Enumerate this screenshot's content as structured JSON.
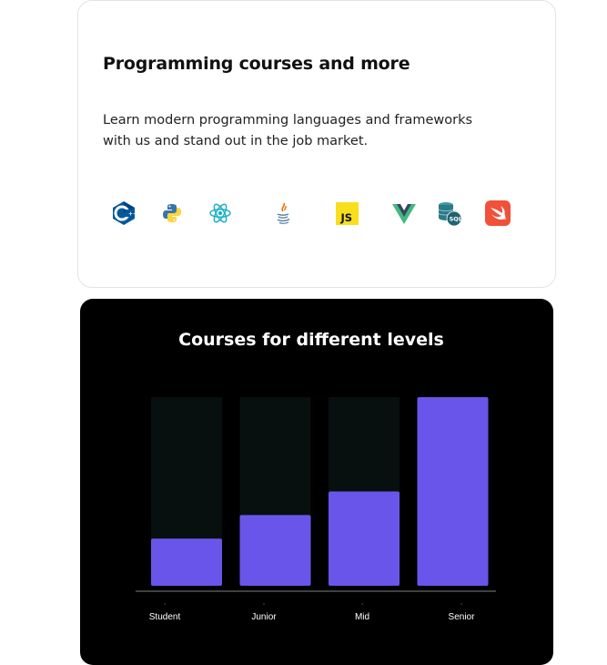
{
  "courses_card": {
    "title": "Programming courses and more",
    "description": "Learn modern programming languages and frameworks with us and stand out in the job market.",
    "icons": [
      {
        "name": "c++",
        "label": "C++"
      },
      {
        "name": "python",
        "label": "Python"
      },
      {
        "name": "react",
        "label": "React"
      },
      {
        "name": "java",
        "label": "Java"
      },
      {
        "name": "javascript",
        "label": "JS"
      },
      {
        "name": "vue",
        "label": "Vue"
      },
      {
        "name": "sql",
        "label": "SQL"
      },
      {
        "name": "swift",
        "label": "Swift"
      }
    ]
  },
  "chart_data": {
    "type": "bar",
    "title": "Courses for different levels",
    "categories": [
      "Student",
      "Junior",
      "Mid",
      "Senior"
    ],
    "values": [
      25,
      37.5,
      50,
      100
    ],
    "ylim": [
      0,
      100
    ],
    "grid": false,
    "colors": {
      "bar": "#6a55ea",
      "track": "#07100e",
      "axis": "#555555",
      "background": "#000000",
      "tick_label": "#ffffff"
    }
  }
}
